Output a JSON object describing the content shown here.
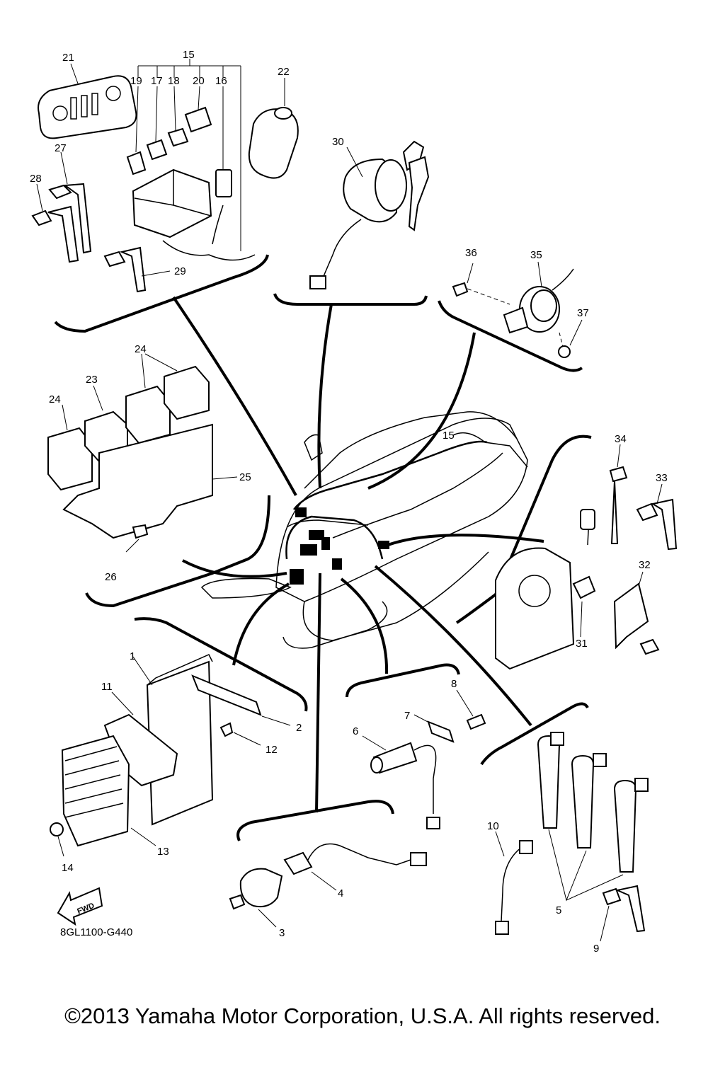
{
  "callouts": {
    "c1": "1",
    "c2": "2",
    "c3": "3",
    "c4": "4",
    "c5": "5",
    "c6": "6",
    "c7": "7",
    "c8": "8",
    "c9": "9",
    "c10": "10",
    "c11": "11",
    "c12": "12",
    "c13": "13",
    "c14": "14",
    "c15": "15",
    "c15b": "15",
    "c16": "16",
    "c17": "17",
    "c18": "18",
    "c19": "19",
    "c20": "20",
    "c21": "21",
    "c22": "22",
    "c23": "23",
    "c24": "24",
    "c24b": "24",
    "c25": "25",
    "c26": "26",
    "c27": "27",
    "c28": "28",
    "c29": "29",
    "c30": "30",
    "c31": "31",
    "c32": "32",
    "c33": "33",
    "c34": "34",
    "c35": "35",
    "c36": "36",
    "c37": "37"
  },
  "fwd_label": "FWD",
  "diagram_code": "8GL1100-G440",
  "copyright": "©2013 Yamaha Motor Corporation, U.S.A. All rights reserved."
}
